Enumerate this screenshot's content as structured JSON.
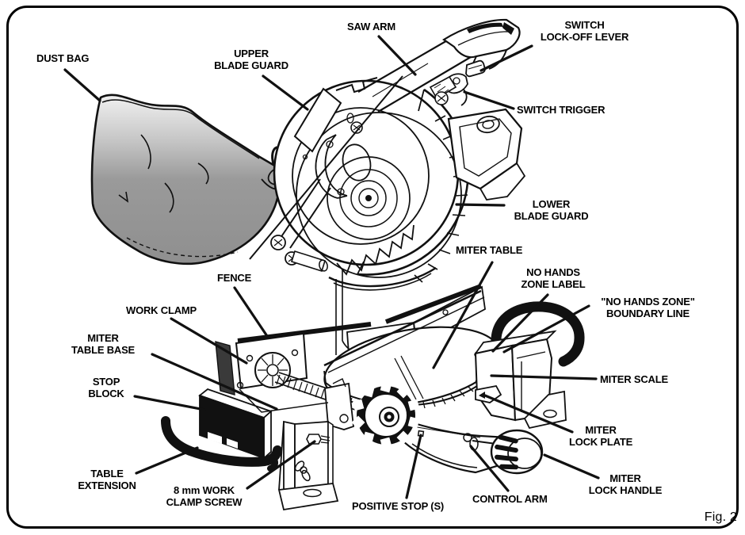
{
  "figure": {
    "caption": "Fig. 2"
  },
  "labels": {
    "dust_bag": "DUST BAG",
    "upper_blade_guard": "UPPER\nBLADE GUARD",
    "saw_arm": "SAW ARM",
    "switch_lock_off_lever": "SWITCH\nLOCK-OFF LEVER",
    "switch_trigger": "SWITCH TRIGGER",
    "lower_blade_guard": "LOWER\nBLADE GUARD",
    "miter_table": "MITER TABLE",
    "no_hands_zone_label": "NO HANDS\nZONE LABEL",
    "no_hands_zone_boundary_line": "\"NO HANDS ZONE\"\nBOUNDARY LINE",
    "miter_scale": "MITER SCALE",
    "miter_lock_plate": "MITER\nLOCK PLATE",
    "miter_lock_handle": "MITER\nLOCK HANDLE",
    "control_arm": "CONTROL ARM",
    "positive_stop": "POSITIVE STOP (S)",
    "work_clamp_screw": "8 mm WORK\nCLAMP SCREW",
    "table_extension": "TABLE\nEXTENSION",
    "stop_block": "STOP\nBLOCK",
    "miter_table_base": "MITER\nTABLE BASE",
    "work_clamp": "WORK CLAMP",
    "fence": "FENCE"
  },
  "colors": {
    "line": "#111111",
    "bag_top": "#efefef",
    "bag_body": "#969696",
    "solid_fill": "#111111",
    "background": "#ffffff"
  }
}
